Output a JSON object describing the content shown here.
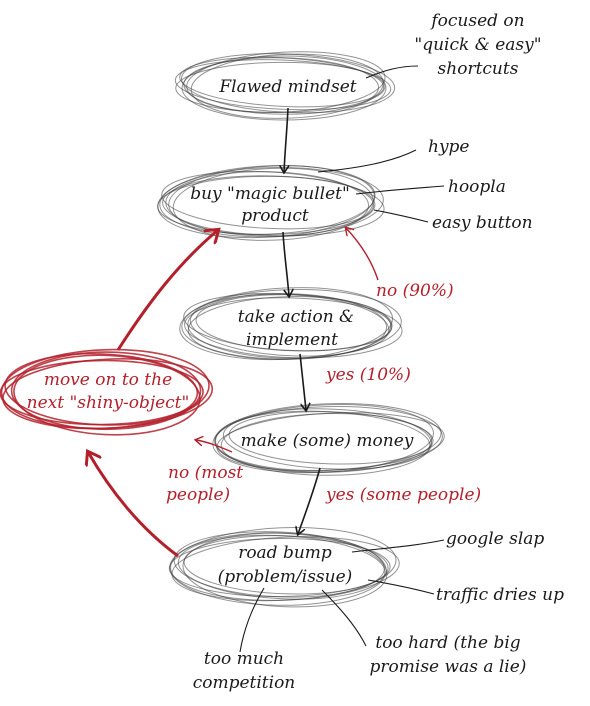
{
  "nodes": {
    "mindset": "Flawed mindset",
    "product_line1": "buy \"magic bullet\"",
    "product_line2": "product",
    "action_line1": "take action &",
    "action_line2": "implement",
    "money": "make (some) money",
    "bump_line1": "road bump",
    "bump_line2": "(problem/issue)",
    "shiny_line1": "move on to the",
    "shiny_line2": "next \"shiny-object\""
  },
  "annotations": {
    "focused_line1": "focused on",
    "focused_line2": "\"quick & easy\"",
    "focused_line3": "shortcuts",
    "hype": "hype",
    "hoopla": "hoopla",
    "easy_button": "easy button",
    "google_slap": "google slap",
    "traffic": "traffic dries up",
    "competition_line1": "too much",
    "competition_line2": "competition",
    "too_hard_line1": "too hard (the big",
    "too_hard_line2": "promise was a lie)"
  },
  "branches": {
    "no_90": "no (90%)",
    "yes_10": "yes (10%)",
    "no_most_line1": "no (most",
    "no_most_line2": "people)",
    "yes_some": "yes (some people)"
  },
  "colors": {
    "ink": "#1a1a1a",
    "accent_red": "#b3202b"
  }
}
